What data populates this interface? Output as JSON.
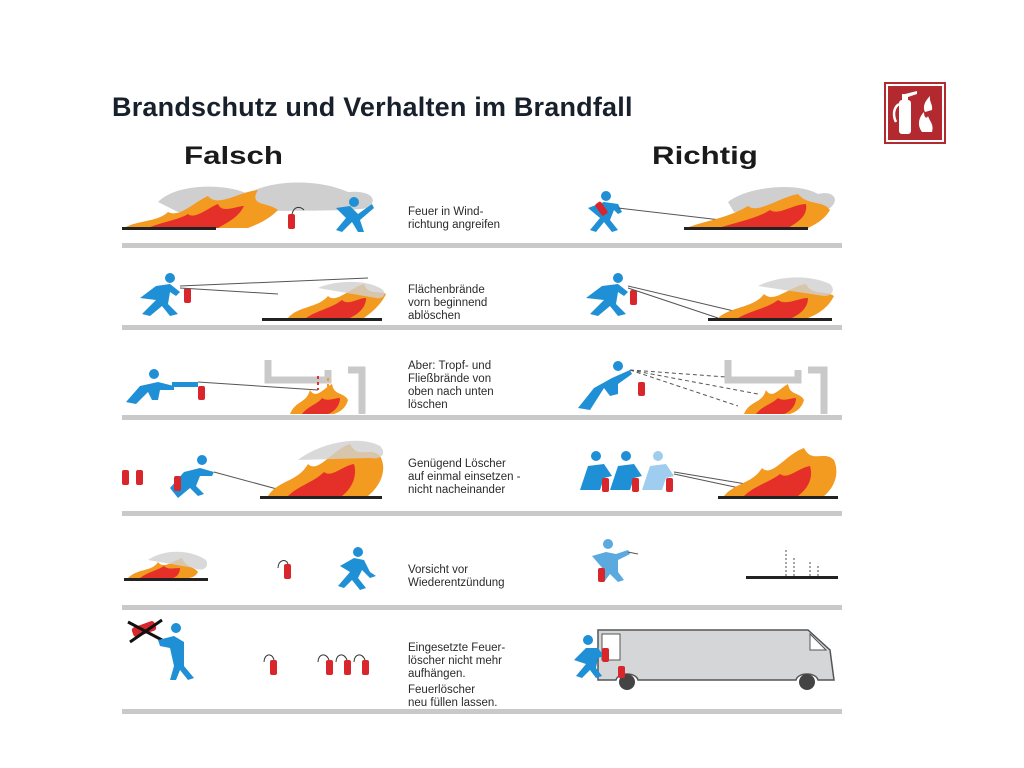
{
  "slide": {
    "title": "Brandschutz und Verhalten im Brandfall"
  },
  "sign": {
    "icon": "fire-extinguisher-sign-icon",
    "background_color": "#b22a2f"
  },
  "columns": {
    "wrong": "Falsch",
    "right": "Richtig"
  },
  "colors": {
    "figure": "#1f8fd6",
    "flame_outer": "#f39a21",
    "flame_inner": "#e5302a",
    "smoke": "#cfcfcf",
    "extinguisher": "#d9262c",
    "divider": "#c9c9c9"
  },
  "rows": [
    {
      "caption": "Feuer in Wind-\nrichtung angreifen"
    },
    {
      "caption": "Flächenbrände\nvorn beginnend\nablöschen"
    },
    {
      "caption": "Aber: Tropf- und\nFließbrände von\noben nach unten\nlöschen"
    },
    {
      "caption": "Genügend Löscher\nauf einmal einsetzen -\nnicht nacheinander"
    },
    {
      "caption": "Vorsicht vor\nWiederentzündung"
    },
    {
      "caption": "Eingesetzte Feuer-\nlöscher nicht mehr\naufhängen.",
      "caption2": "Feuerlöscher\nneu füllen lassen."
    }
  ]
}
